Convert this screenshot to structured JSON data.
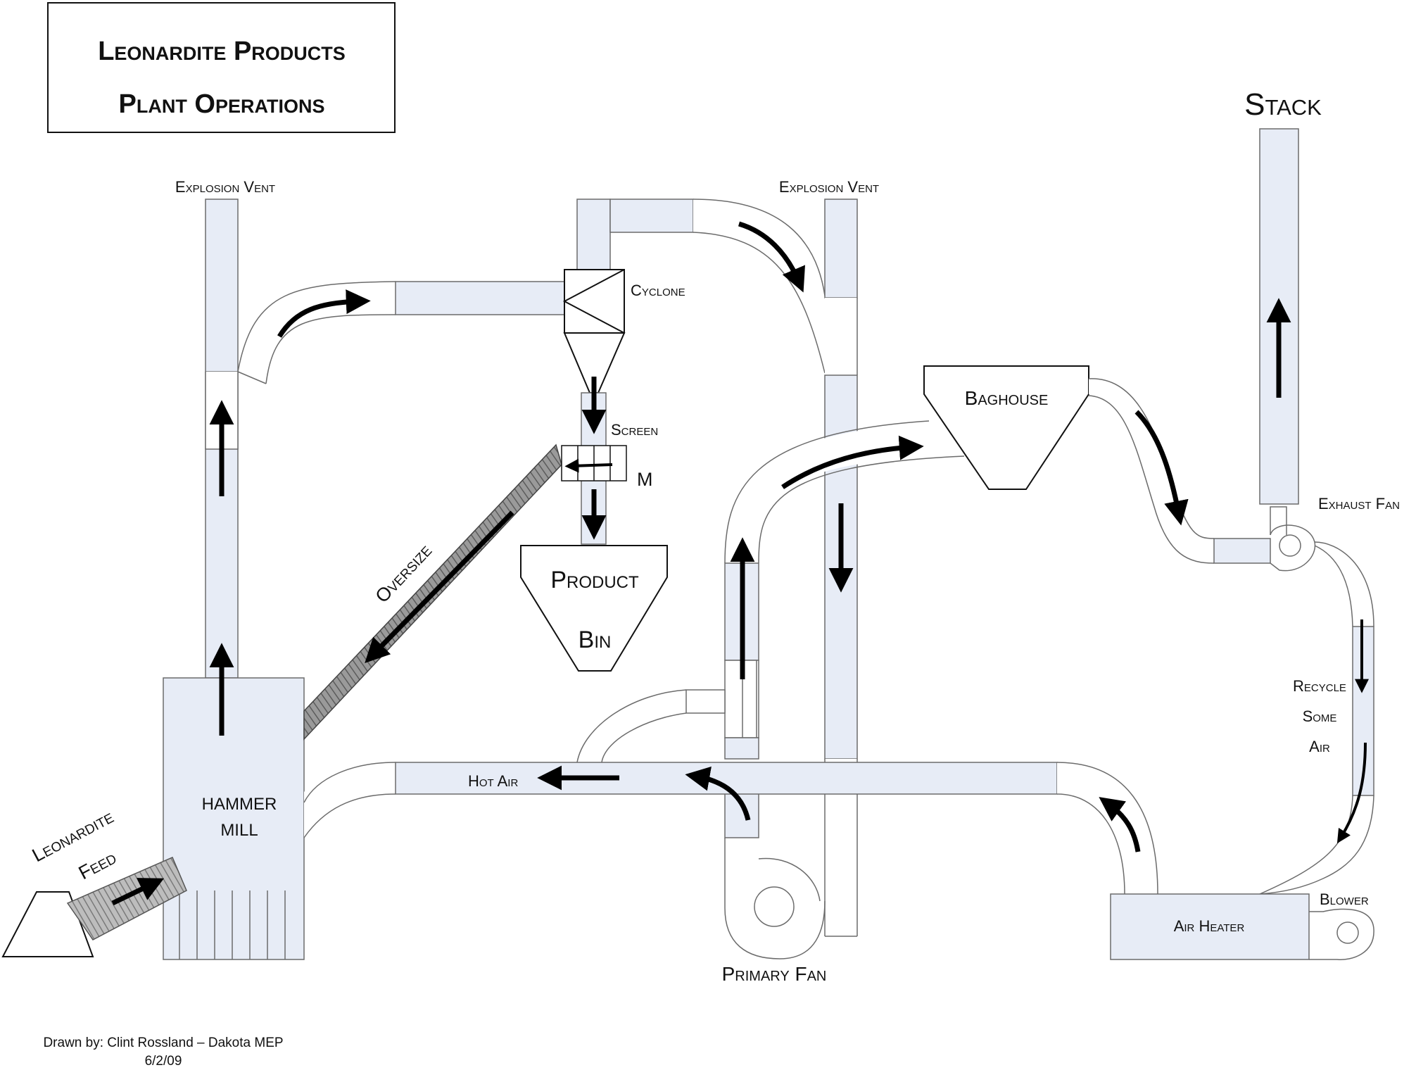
{
  "title": {
    "line1": "Leonardite Products",
    "line2": "Plant Operations"
  },
  "labels": {
    "explosion_vent_left": "Explosion Vent",
    "explosion_vent_right": "Explosion Vent",
    "cyclone": "Cyclone",
    "screen": "Screen",
    "motor": "M",
    "product_bin_line1": "Product",
    "product_bin_line2": "Bin",
    "oversize": "Oversize",
    "baghouse": "Baghouse",
    "stack": "Stack",
    "exhaust_fan": "Exhaust Fan",
    "recycle_line1": "Recycle",
    "recycle_line2": "Some",
    "recycle_line3": "Air",
    "hot_air": "Hot Air",
    "hammer_mill_line1": "HAMMER",
    "hammer_mill_line2": "MILL",
    "leonardite": "Leonardite",
    "feed": "Feed",
    "primary_fan": "Primary Fan",
    "air_heater": "Air Heater",
    "blower": "Blower"
  },
  "credits": {
    "drawn_by": "Drawn by: Clint Rossland – Dakota MEP",
    "date": "6/2/09"
  }
}
